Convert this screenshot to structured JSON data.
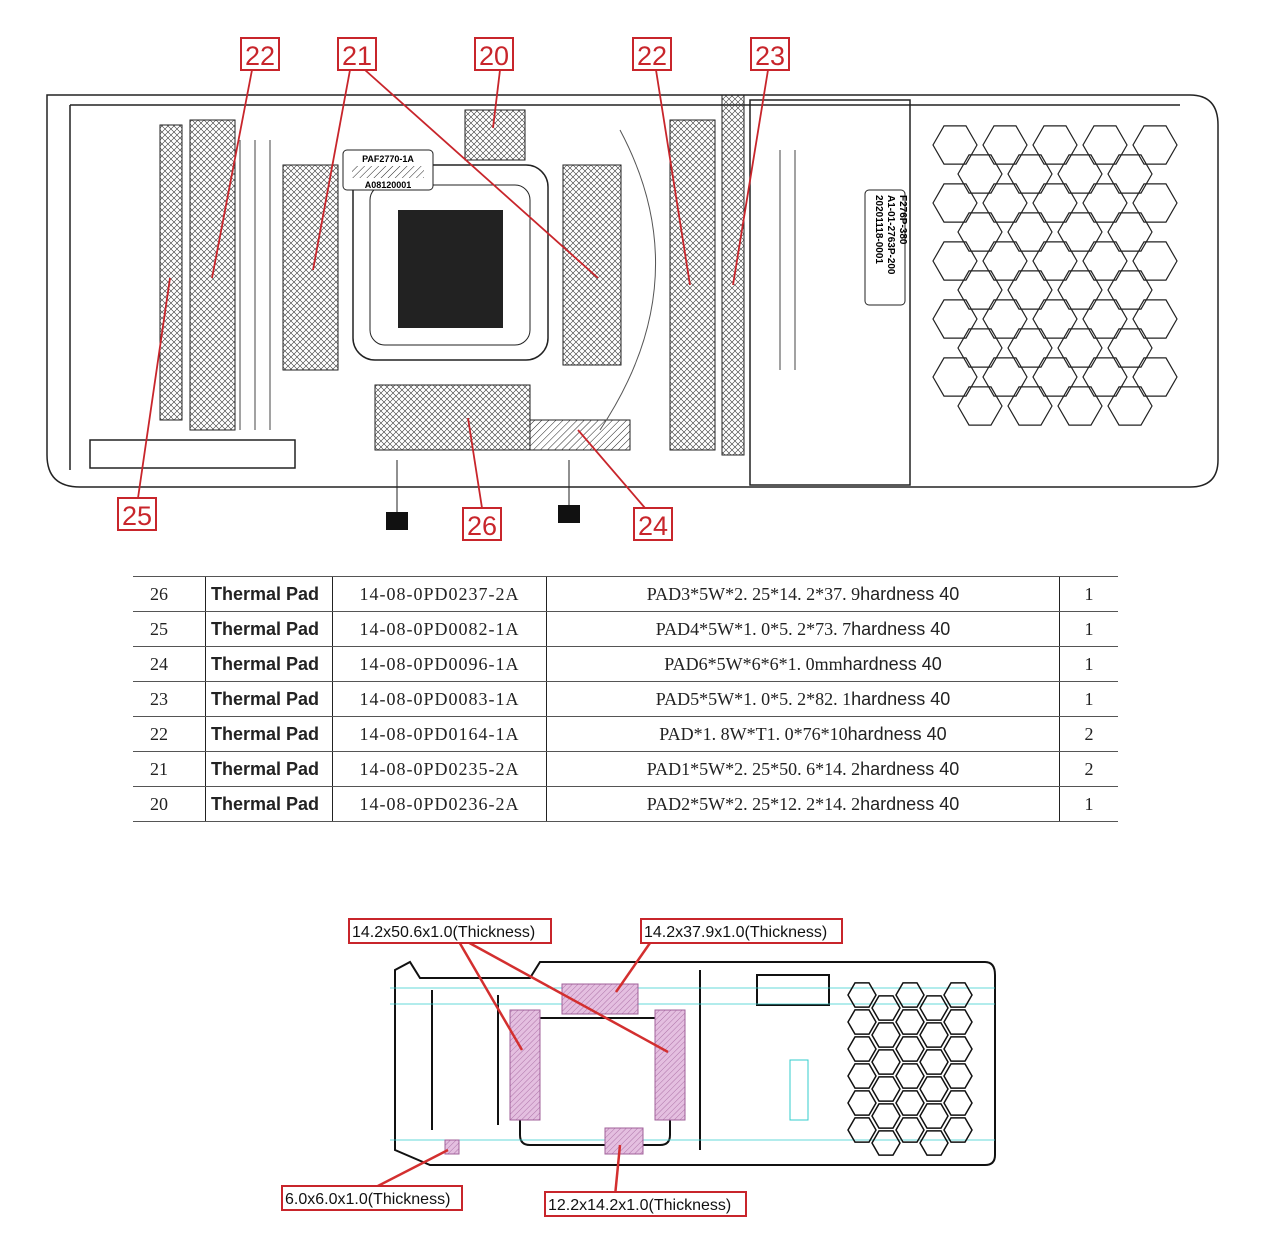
{
  "top_diagram": {
    "callouts": [
      "22",
      "21",
      "20",
      "22",
      "23",
      "25",
      "26",
      "24"
    ],
    "chip_label": {
      "line1": "PAF2770-1A",
      "line2": "A08120001"
    },
    "side_label": {
      "line1": "F276P-380",
      "line2": "A1-01-2763P-200",
      "line3": "20201118-0001"
    }
  },
  "table": {
    "rows": [
      {
        "no": "26",
        "name": "Thermal Pad",
        "part": "14-08-0PD0237-2A",
        "spec": "PAD3*5W*2. 25*14. 2*37. 9",
        "hardness": "hardness 40",
        "qty": "1"
      },
      {
        "no": "25",
        "name": "Thermal Pad",
        "part": "14-08-0PD0082-1A",
        "spec": "PAD4*5W*1. 0*5. 2*73. 7",
        "hardness": "hardness 40",
        "qty": "1"
      },
      {
        "no": "24",
        "name": "Thermal Pad",
        "part": "14-08-0PD0096-1A",
        "spec": "PAD6*5W*6*6*1. 0mm",
        "hardness": "hardness 40",
        "qty": "1"
      },
      {
        "no": "23",
        "name": "Thermal Pad",
        "part": "14-08-0PD0083-1A",
        "spec": "PAD5*5W*1. 0*5. 2*82. 1",
        "hardness": "hardness 40",
        "qty": "1"
      },
      {
        "no": "22",
        "name": "Thermal Pad",
        "part": "14-08-0PD0164-1A",
        "spec": "PAD*1. 8W*T1. 0*76*10",
        "hardness": "hardness 40",
        "qty": "2"
      },
      {
        "no": "21",
        "name": "Thermal Pad",
        "part": "14-08-0PD0235-2A",
        "spec": "PAD1*5W*2. 25*50. 6*14. 2",
        "hardness": "hardness 40",
        "qty": "2"
      },
      {
        "no": "20",
        "name": "Thermal Pad",
        "part": "14-08-0PD0236-2A",
        "spec": "PAD2*5W*2. 25*12. 2*14. 2",
        "hardness": "hardness 40",
        "qty": "1"
      }
    ]
  },
  "bottom_diagram": {
    "labels": [
      "14.2x50.6x1.0(Thickness)",
      "14.2x37.9x1.0(Thickness)",
      "6.0x6.0x1.0(Thickness)",
      "12.2x14.2x1.0(Thickness)"
    ]
  },
  "colors": {
    "callout": "#c8252b",
    "pad_fill": "#d9a6d3"
  }
}
